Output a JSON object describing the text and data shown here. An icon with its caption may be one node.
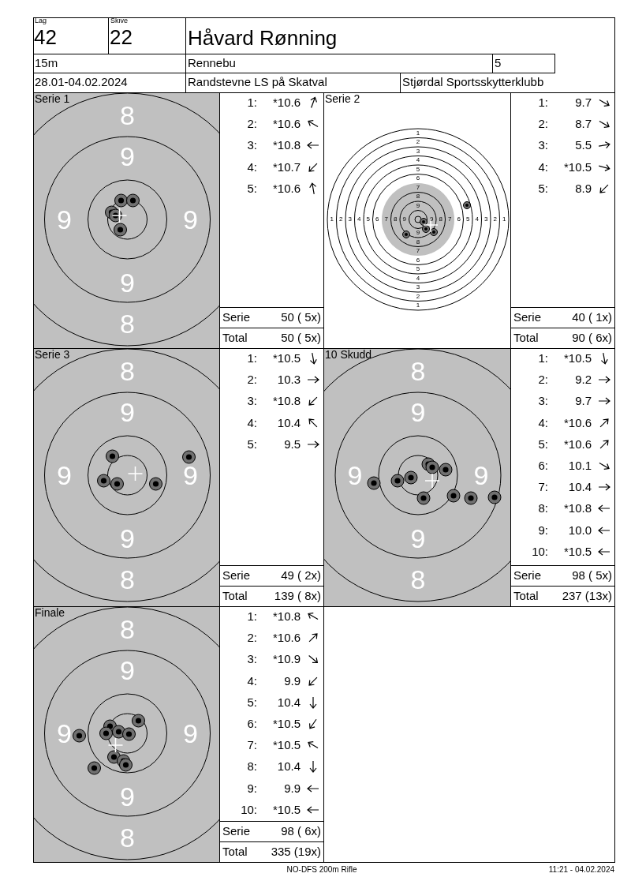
{
  "diagram": {
    "nodes": [
      {
        "text": [
          "Serie 1",
          "8",
          "9",
          "9",
          "9",
          "9",
          "8"
        ]
      },
      {
        "text": [
          "1:",
          "*10.6",
          "2:",
          "*10.6",
          "3:",
          "*10.8",
          "4:",
          "*10.7",
          "5:",
          "*10.6",
          "Serie",
          "50 ( 5x)",
          "Total",
          "50 ( 5x)"
        ]
      },
      {
        "text": [
          "Serie 2",
          "1",
          "2",
          "3",
          "4",
          "5",
          "6",
          "7",
          "8",
          "9",
          "1",
          "2",
          "3",
          "4",
          "5",
          "6",
          "7",
          "8",
          "9",
          "9",
          "8",
          "7",
          "6",
          "5",
          "4",
          "3",
          "2",
          "1",
          "9",
          "8",
          "7",
          "6",
          "5",
          "4",
          "3",
          "2",
          "1"
        ]
      },
      {
        "text": [
          "1:",
          "9.7",
          "2:",
          "8.7",
          "3:",
          "5.5",
          "4:",
          "*10.5",
          "5:",
          "8.9",
          "Serie",
          "40 ( 1x)",
          "Total",
          "90 ( 6x)"
        ]
      },
      {
        "text": [
          "Serie 3",
          "8",
          "9",
          "9",
          "9",
          "9",
          "8"
        ]
      },
      {
        "text": [
          "1:",
          "*10.5",
          "2:",
          "10.3",
          "3:",
          "*10.8",
          "4:",
          "10.4",
          "5:",
          "9.5",
          "Serie",
          "49 ( 2x)",
          "Total",
          "139 ( 8x)"
        ]
      },
      {
        "text": [
          "10 Skudd",
          "8",
          "9",
          "9",
          "9",
          "9",
          "8"
        ]
      },
      {
        "text": [
          "1:",
          "*10.5",
          "2:",
          "9.2",
          "3:",
          "9.7",
          "4:",
          "*10.6",
          "5:",
          "*10.6",
          "6:",
          "10.1",
          "7:",
          "10.4",
          "8:",
          "*10.8",
          "9:",
          "10.0",
          "10:",
          "*10.5",
          "Serie",
          "98 ( 5x)",
          "Total",
          "237 (13x)"
        ]
      },
      {
        "text": [
          "Finale",
          "8",
          "9",
          "9",
          "9",
          "9",
          "8"
        ]
      },
      {
        "text": [
          "1:",
          "*10.8",
          "2:",
          "*10.6",
          "3:",
          "*10.9",
          "4:",
          "9.9",
          "5:",
          "10.4",
          "6:",
          "*10.5",
          "7:",
          "*10.5",
          "8:",
          "10.4",
          "9:",
          "9.9",
          "10:",
          "*10.5",
          "Serie",
          "98 ( 6x)",
          "Total",
          "335 (19x)"
        ]
      }
    ],
    "labels": [
      "Lag",
      "42",
      "Skive",
      "22",
      "Håvard Rønning",
      "15m",
      "Rennebu",
      "5",
      "28.01-04.02.2024",
      "Randstevne LS på Skatval",
      "Stjørdal Sportsskytterklubb",
      "NO-DFS 200m Rifle",
      "11:21 - 04.02.2024"
    ]
  }
}
